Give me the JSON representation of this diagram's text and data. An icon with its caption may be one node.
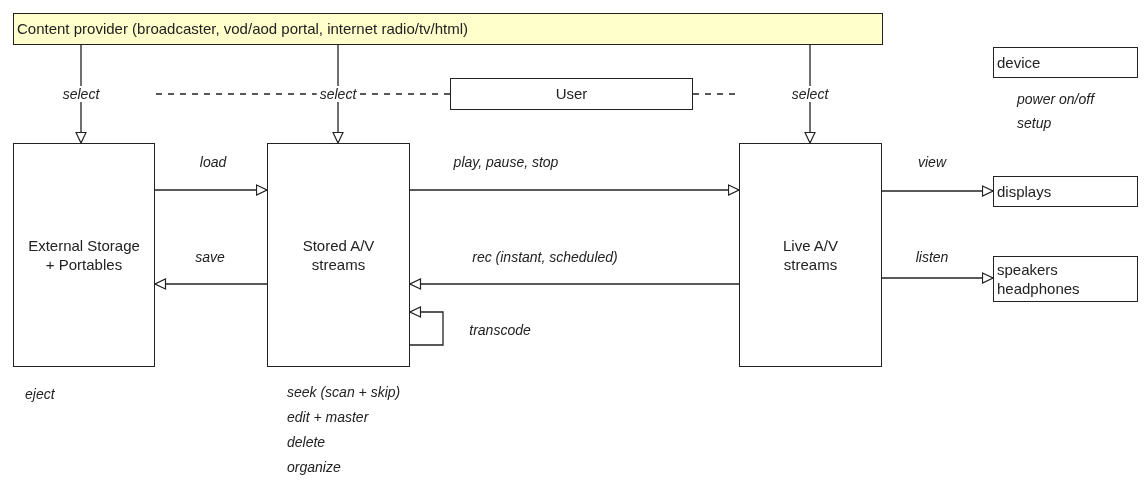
{
  "diagram": {
    "nodes": [
      {
        "text": [
          "Content provider (broadcaster, vod/aod portal, internet radio/tv/html)"
        ]
      },
      {
        "text": [
          "User"
        ]
      },
      {
        "text": [
          "device"
        ],
        "beside": [
          "power on/off",
          "setup"
        ]
      },
      {
        "text": [
          "External Storage + Portables"
        ],
        "beside": [
          "eject"
        ]
      },
      {
        "text": [
          "Stored A/V streams"
        ],
        "beside": [
          "seek (scan + skip)",
          "edit + master",
          "delete",
          "organize"
        ]
      },
      {
        "text": [
          "Live A/V streams"
        ]
      },
      {
        "text": [
          "displays"
        ]
      },
      {
        "text": [
          "speakers headphones"
        ]
      }
    ],
    "edges": [
      {
        "from": 0,
        "to": 3,
        "arrow": "to",
        "label": "select"
      },
      {
        "from": 0,
        "to": 4,
        "arrow": "to",
        "label": "select"
      },
      {
        "from": 0,
        "to": 5,
        "arrow": "to",
        "label": "select"
      },
      {
        "from": 3,
        "to": 4,
        "arrow": "to",
        "label": "load"
      },
      {
        "from": 4,
        "to": 5,
        "arrow": "to",
        "label": "play, pause, stop"
      },
      {
        "from": 4,
        "to": 3,
        "arrow": "to",
        "label": "save"
      },
      {
        "from": 5,
        "to": 4,
        "arrow": "to",
        "label": "rec (instant, scheduled)"
      },
      {
        "from": 4,
        "to": 4,
        "arrow": "to",
        "label": "transcode"
      },
      {
        "from": 5,
        "to": 6,
        "arrow": "to",
        "label": "view"
      },
      {
        "from": 5,
        "to": 7,
        "arrow": "to",
        "label": "listen"
      },
      {
        "from": 1,
        "to": null,
        "arrow": "none",
        "style": "dashed"
      },
      {
        "from": 1,
        "to": null,
        "arrow": "none",
        "style": "dashed"
      }
    ]
  }
}
